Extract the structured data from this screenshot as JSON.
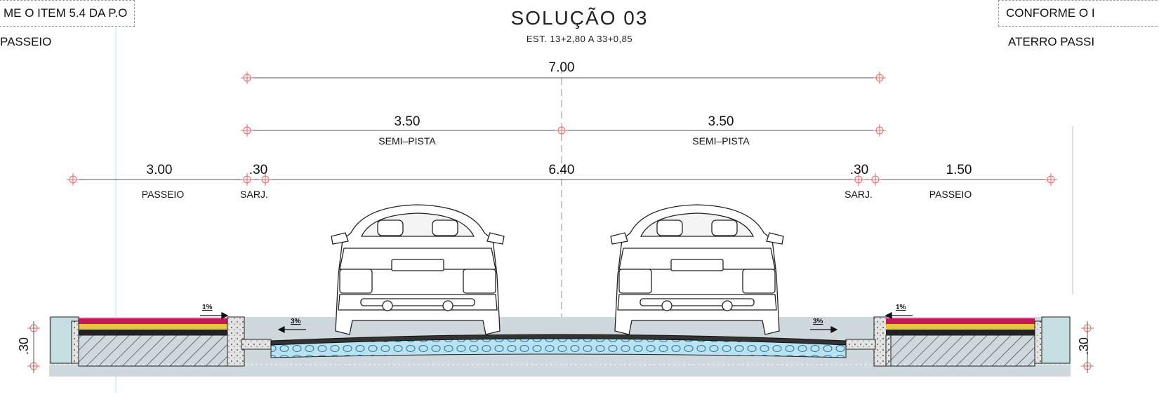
{
  "title": "SOLUÇÃO 03",
  "subtitle": "EST. 13+2,80 A 33+0,85",
  "notes": {
    "left_box": "ME O ITEM 5.4 DA P.O",
    "left_line2": "PASSEIO",
    "right_box": "CONFORME O I",
    "right_line2": "ATERRO PASSI"
  },
  "dimensions": {
    "total": "7.00",
    "semi_left": "3.50",
    "semi_right": "3.50",
    "semi_left_label": "SEMI–PISTA",
    "semi_right_label": "SEMI–PISTA",
    "passeio_left": "3.00",
    "passeio_left_label": "PASSEIO",
    "sarj_left": ".30",
    "sarj_left_label": "SARJ.",
    "pista": "6.40",
    "sarj_right": ".30",
    "sarj_right_label": "SARJ.",
    "passeio_right": "1.50",
    "passeio_right_label": "PASSEIO",
    "height_left": ".30",
    "height_right": ".30"
  },
  "slopes": {
    "sidewalk_left": "1%",
    "road_left": "3%",
    "road_right": "3%",
    "sidewalk_right": "1%"
  },
  "colors": {
    "line": "#555555",
    "marker": "#e06a6a",
    "asphalt": "#c2185b",
    "base": "#e8c440",
    "subbase": "#b2dfdb",
    "ground": "#cfd8dc"
  }
}
